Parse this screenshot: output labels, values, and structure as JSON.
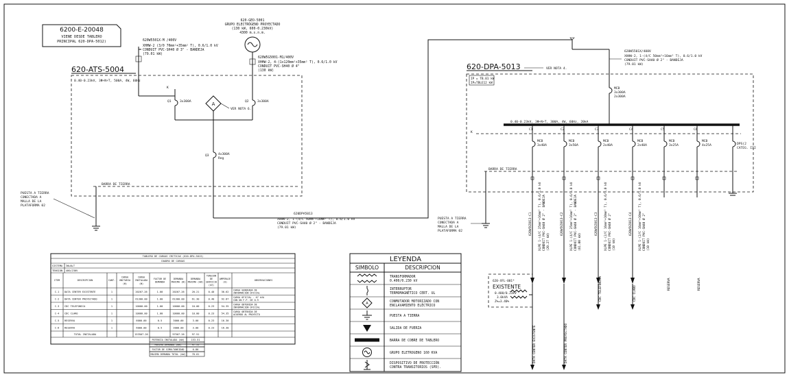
{
  "ref_box": {
    "code": "6200-E-20048",
    "line1": "VIENE DESDE TABLERO",
    "line2": "PRINCIPAL 620-DPA-5012)"
  },
  "ats": {
    "title": "620-ATS-5004",
    "spec": "0.40-0.23kV, 3Φ+N+T, 500A, 4W, 60Hz",
    "q1": "Q1",
    "q1_rating": "3x300A",
    "q2": "Q2",
    "q2_rating": "3x300A",
    "q3": "Q3",
    "q3_rating": "4x300A",
    "q3_sub": "Reg",
    "ver_nota": "VER NOTA 6.",
    "barra_tierra": "BARRA DE TIERRA",
    "incoming_tag": "620W5501X-M /400V",
    "incoming_cable1": "XHHW-2 (3/0 70mm²+35mm² T), 0.6/1.0 kV",
    "incoming_cable2": "CONDUIT PVC-SH40 Ø 3\" - BANDEJA",
    "incoming_cable3": "(79.01 kW)",
    "gen_tag": "620-GEO-5001",
    "gen_line1": "GRUPO ELECTRÓGENO PROYECTADO",
    "gen_line2": "(130 kW, 600-0.230kV)",
    "gen_line3": "4300 m.s.n.m.",
    "gen_cable_tag": "620W5G5001-M1/400V",
    "gen_cable1": "XHHW-2, 4-(1x120mm²+35mm² T), 0.6/1.0 kV",
    "gen_cable2": "CONDUIT PVC-SH40 Ø 4\"",
    "gen_cable3": "(130 kW)",
    "a_glyph": "A",
    "k_label": "K"
  },
  "ground_left": {
    "l1": "PUESTA A TIERRA",
    "l2": "CONECTADA A",
    "l3": "MALLA DE LA",
    "l4": "PLATAFORMA 02"
  },
  "feeder": {
    "tag": "620DPA5013",
    "c1": "XHHW-2, 1-(4/C 50mm²+16mm² T), 0.6/1.0 kV",
    "c2": "CONDUIT PVC-SH40 Ø 2\" - BANDEJA",
    "c3": "(79.01 kW)"
  },
  "dpa": {
    "title": "620-DPA-5013",
    "ver_nota": "VER NOTA 4.",
    "tag": "620W5501X/400V",
    "c1": "XHHW-2, 1-(4/C 50mm²+16mm² T), 0.6/1.0 kV",
    "c2": "CONDUIT PVC-SH40 Ø 2\" - BANDEJA",
    "c3": "(79.01 kW)",
    "cap1": "IP = TB.01 kW",
    "cap2": "IP=TBLE12 kW",
    "main_mcb": "MCB",
    "main_rating": "3x300A",
    "main_sub": "2x300A",
    "bus_label": "0.40-0.23kV, 3Φ+N+T, 300A, 4W, 60Hz, 20kA",
    "k_label": "K",
    "barra_tierra": "BARRA DE TIERRA",
    "circuits": [
      {
        "id": "C1",
        "mcb": "MCB",
        "rating": "3x40A",
        "cable": "XLPE 1-(4/C 25mm²+16mm² T), 0.6/1.0 kV",
        "cond": "CONDUIT PVC-SH40 Ø 2\" - BANDEJA",
        "kw": "(20.27 kW)",
        "tag": "620W5G5013-C1"
      },
      {
        "id": "C2",
        "mcb": "MCB",
        "rating": "3x50A",
        "cable": "XLPE 1-(4/C 25mm²+16mm² T), 0.6/1.0 kV",
        "cond": "CONDUIT PVC-SH40 Ø 2\" - BANDEJA",
        "kw": "(61.00 kW)",
        "tag": "620W5G5013-C2"
      },
      {
        "id": "C3",
        "mcb": "MCB",
        "rating": "2x40A",
        "cable": "XLPE 1-(2/C 16mm²+10mm² T), 0.6/1.0 kV",
        "cond": "CONDUIT PVC-SH40 Ø 2\"",
        "kw": "(10 kW)",
        "tag": "620W5G5013-C3"
      },
      {
        "id": "C4",
        "mcb": "MCB",
        "rating": "2x40A",
        "cable": "XLPE 1-(2/C 16mm²+10mm² T), 0.6/1.0 kV",
        "cond": "CONDUIT PVC-SH40 Ø 2\"",
        "kw": "(10 kW)",
        "tag": "620W5G5013-C4"
      },
      {
        "id": "C5",
        "mcb": "MCB",
        "rating": "3x25A",
        "cable": "",
        "cond": "",
        "kw": "",
        "tag": "RESERVA"
      },
      {
        "id": "C6",
        "mcb": "MCB",
        "rating": "4x25A",
        "cable": "",
        "cond": "",
        "kw": "",
        "tag": "RESERVA"
      }
    ],
    "spd1": "DPS(2",
    "spd2": "CATEG. III"
  },
  "ground_right": {
    "l1": "PUESTA A TIERRA",
    "l2": "CONECTADA A",
    "l3": "MALLA DE LA",
    "l4": "PLATAFORMA 02"
  },
  "existing": {
    "tag": "620-XFL-001*",
    "label": "EXISTENTE",
    "l1": "0.400/0.23kV",
    "l2": "3.0kVA",
    "l3": "Z%=3.40%"
  },
  "bottom_tags": {
    "c1": "DATA CENTER EXISTENTE",
    "c2": "DATA CENTER PROYECTADO",
    "c3": "CDC TELEFONICA",
    "c4": "CDC CLARO",
    "c5": "RESERVA",
    "c6": "RESERVA"
  },
  "table": {
    "title": "TABLERO DE CARGAS CRITICAS (620-DPA-5013)",
    "subtitle": "CUADRO DE CARGAS",
    "sistema_lbl": "SISTEMA",
    "sistema_val": "3Φ+N+T",
    "tension_lbl": "TENSIÓN",
    "tension_val": "400/230V",
    "headers": [
      "ITEM",
      "DESCRIPCION",
      "CANT.",
      "CARGA UNITARIA (W)",
      "CARGA INSTALADA (W)",
      "FACTOR DE DEMANDA",
      "DEMANDA MAXIMA (W)",
      "DEMANDA MAXIMA (kW)",
      "TENSION DE SERVICIO (kV)",
      "AMPERAJE (A)",
      "OBSERVACIONES"
    ],
    "rows": [
      [
        "C-1",
        "DATA CENTER EXISTENTE",
        "1",
        "",
        "20207.26",
        "1.00",
        "20207.26",
        "20.21",
        "0.40",
        "36.62",
        "CARGA GENERADA DE INFORMACIÓN OFICIAL"
      ],
      [
        "C-2",
        "DATA CENTER PROYECTADO",
        "1",
        "",
        "61300.00",
        "1.00",
        "61300.00",
        "61.30",
        "0.40",
        "92.87",
        "CARGA OFICIAL - 67 kVA CON UN F.P. DE 0.9"
      ],
      [
        "C-3",
        "CDC TELEFONICA",
        "1",
        "",
        "10000.00",
        "1.00",
        "10000.00",
        "10.00",
        "0.23",
        "54.35",
        "CARGA OBTENIDA DE INFORMACIÓN OFICIAL"
      ],
      [
        "C-4",
        "CDC CLARO",
        "1",
        "",
        "10000.00",
        "1.00",
        "10000.00",
        "10.00",
        "0.23",
        "54.35",
        "CARGA OBTENIDA DE ACUERDO AL PROYECTO"
      ],
      [
        "C-5",
        "RESERVA",
        "1",
        "",
        "6000.00",
        "0.5",
        "3000.00",
        "3.00",
        "0.23",
        "16.30",
        ""
      ],
      [
        "C-6",
        "RESERVA",
        "1",
        "",
        "6000.00",
        "0.5",
        "3000.00",
        "3.00",
        "0.23",
        "16.30",
        ""
      ]
    ],
    "total_lbl": "TOTAL INSTALADA",
    "total_inst": "153507.26",
    "total_dem_w": "97507.26",
    "total_dem_kw": "97.51",
    "summary": [
      {
        "lbl": "POTENCIA INSTALADA (kW)",
        "val": "153.51"
      },
      {
        "lbl": "MAXIMA DEMANDA (kW)",
        "val": "97.51"
      },
      {
        "lbl": "FACTOR DE SIMULTANEIDAD",
        "val": "0.80"
      },
      {
        "lbl": "MAXIMA DEMANDA TOTAL (kW)",
        "val": "78.01"
      }
    ]
  },
  "legend": {
    "title": "LEYENDA",
    "col1": "SIMBOLO",
    "col2": "DESCRIPCION",
    "items": [
      {
        "icon": "transformer-icon",
        "text1": "TRANSFORMADOR",
        "text2": "0.400/0.230 kV"
      },
      {
        "icon": "breaker-icon",
        "text1": "INTERRUPTOR",
        "text2": "TERMOMAGNÉTICO CERT. UL"
      },
      {
        "icon": "ats-icon",
        "text1": "CONMUTADOR MOTORIZADO CON",
        "text2": "ENCLAVAMIENTO ELÉCTRICO"
      },
      {
        "icon": "ground-icon",
        "text1": "PUESTA A TIERRA",
        "text2": ""
      },
      {
        "icon": "power-outlet-icon",
        "text1": "SALIDA DE FUERZA",
        "text2": ""
      },
      {
        "icon": "busbar-icon",
        "text1": "BARRA DE COBRE DE TABLERO",
        "text2": ""
      },
      {
        "icon": "generator-icon",
        "text1": "GRUPO ELETROGENO 160 KVA",
        "text2": ""
      },
      {
        "icon": "spd-icon",
        "text1": "DISPOSITIVO DE PROTECCIÓN",
        "text2": "CONTRA TRANSITORIOS (SPD)."
      }
    ]
  }
}
